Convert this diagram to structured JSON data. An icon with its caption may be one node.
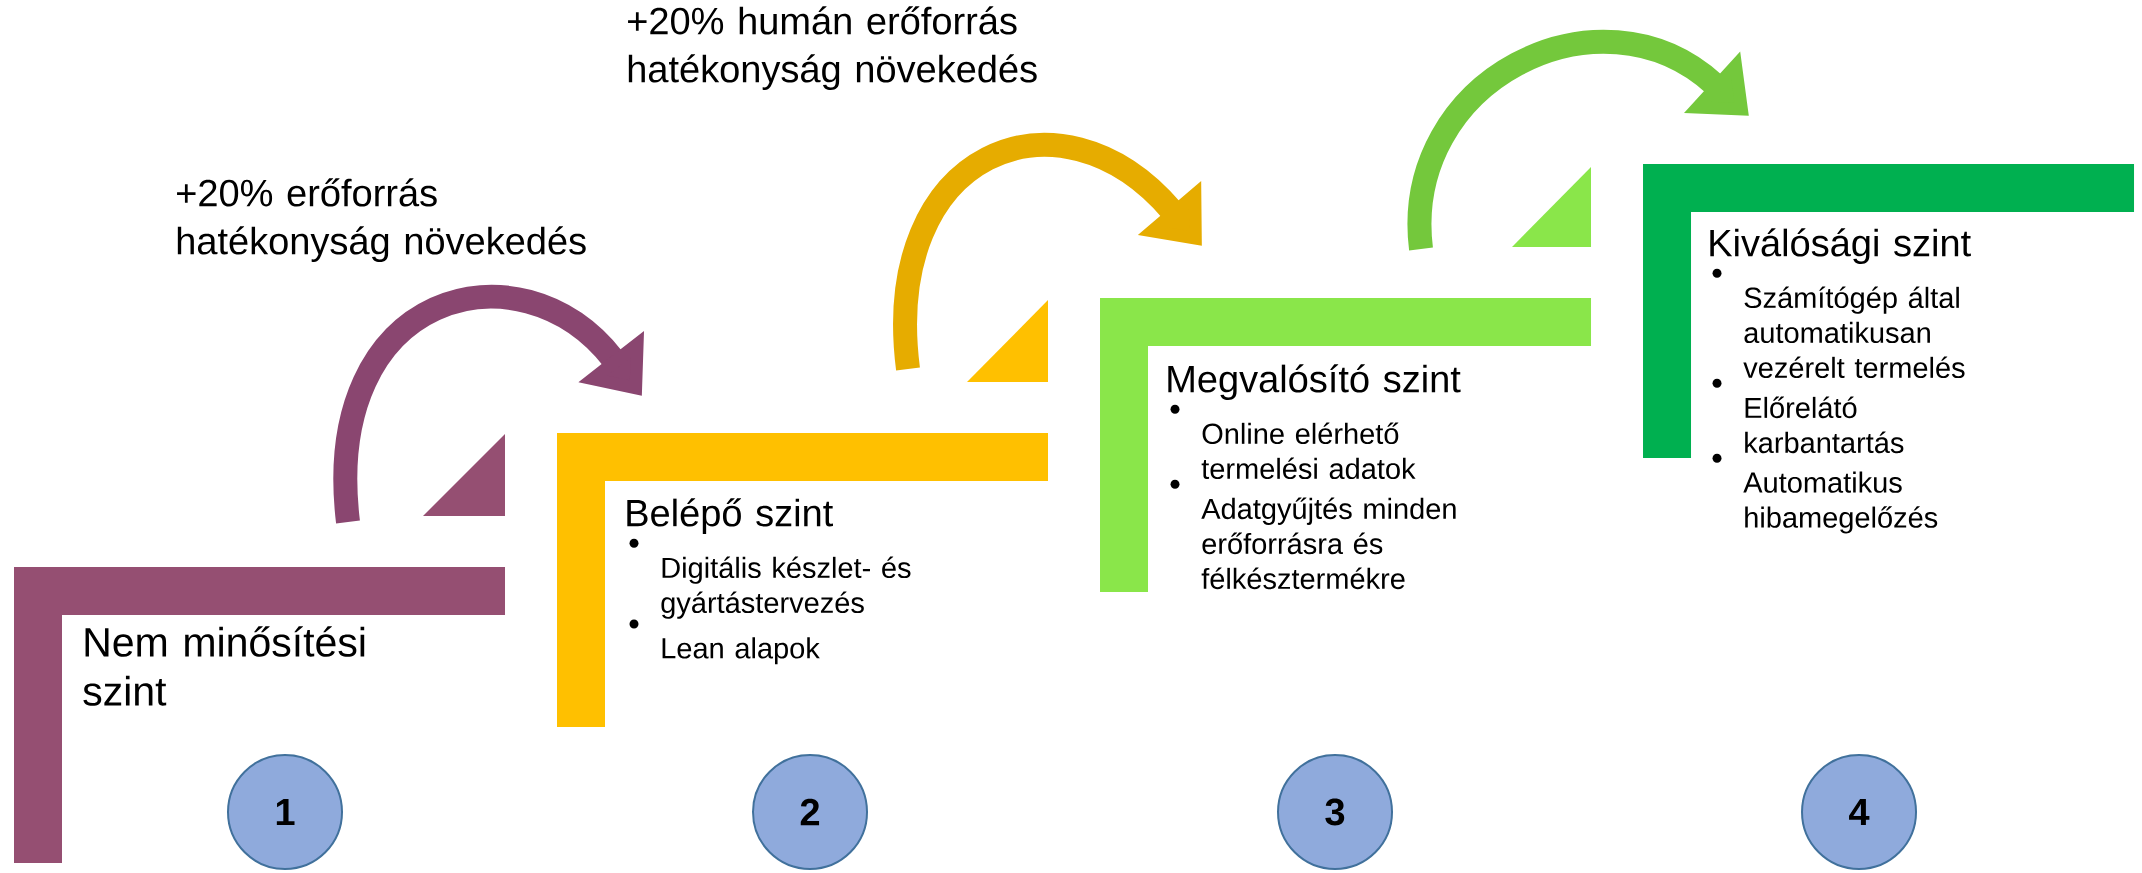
{
  "diagram": {
    "nodes": [
      {
        "text": [
          "Nem minősítési szint"
        ]
      },
      {
        "text": [
          "Belépő szint",
          "Digitális készlet- és gyártástervezés",
          "Lean alapok"
        ]
      },
      {
        "text": [
          "Megvalósító szint",
          "Online elérhető termelési adatok",
          "Adatgyűjtés minden erőforrásra és félkésztermékre"
        ]
      },
      {
        "text": [
          "Kiválósági szint",
          "Számítógép által automatikusan vezérelt termelés",
          "Előrelátó karbantartás",
          "Automatikus hibamegelőzés"
        ]
      },
      {
        "text": [
          "1"
        ]
      },
      {
        "text": [
          "2"
        ]
      },
      {
        "text": [
          "3"
        ]
      },
      {
        "text": [
          "4"
        ]
      }
    ],
    "edges": [
      {
        "from": 0,
        "to": 1,
        "arrow": "to",
        "label": "+20% erőforrás hatékonyság növekedés",
        "color": "#8a4670"
      },
      {
        "from": 1,
        "to": 2,
        "arrow": "to",
        "label": "+20% humán erőforrás hatékonyság növekedés",
        "color": "#e6ac00"
      },
      {
        "from": 2,
        "to": 3,
        "arrow": "to",
        "color": "#74c83c"
      }
    ]
  }
}
